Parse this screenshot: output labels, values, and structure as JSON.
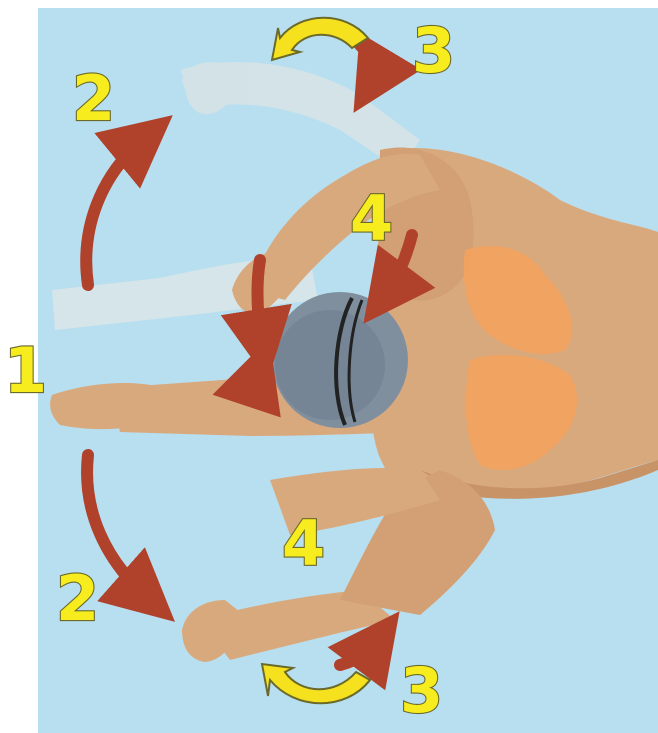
{
  "diagram": {
    "labels": {
      "start": "1",
      "sweep_upper": "2",
      "sweep_lower": "2",
      "rotate_upper": "3",
      "rotate_lower": "3",
      "inward_upper": "4",
      "inward_lower": "4"
    },
    "colors": {
      "water": "#b8dff0",
      "skin": "#d9a97e",
      "skin_ghost": "#e7d8c6",
      "muscle": "#f3a25e",
      "cap": "#7f8f9e",
      "arrow_red": "#b0412b",
      "arrow_yellow": "#f5e11d",
      "label_yellow": "#f7ec1e"
    }
  }
}
